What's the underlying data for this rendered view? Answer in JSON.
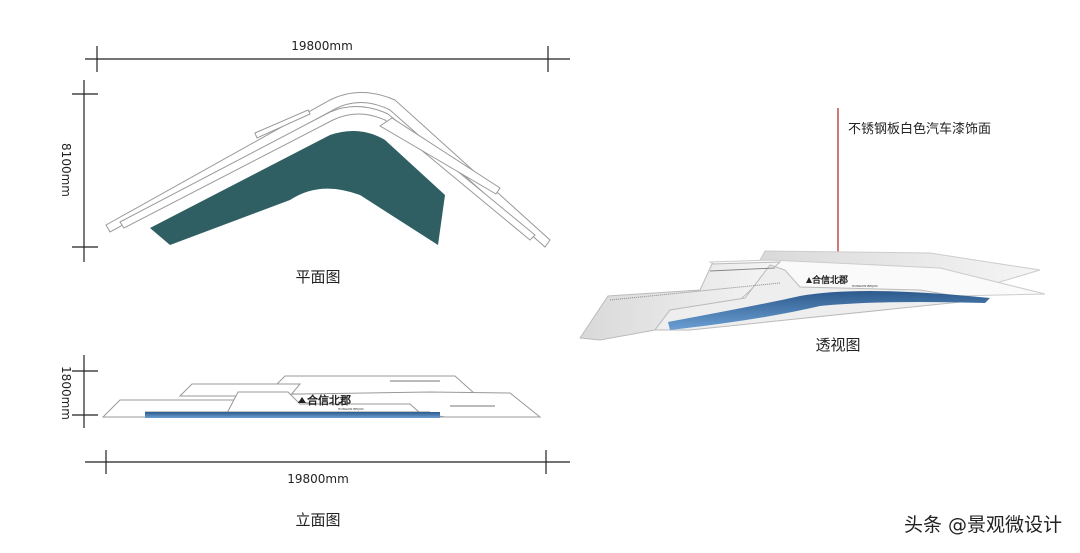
{
  "plan": {
    "width_dim": "19800mm",
    "depth_dim": "8100mm",
    "caption": "平面图"
  },
  "elevation": {
    "height_dim": "1800mm",
    "width_dim": "19800mm",
    "caption": "立面图",
    "sign_text": "合信北郡",
    "sign_subtext": "HONGXIN BEIJUN"
  },
  "perspective": {
    "annotation": "不锈钢板白色汽车漆饰面",
    "caption": "透视图",
    "sign_text": "合信北郡",
    "sign_subtext": "HONGXIN BEIJUN"
  },
  "watermark": "头条 @景观微设计",
  "colors": {
    "plan_fill": "#2f5f63",
    "water": "#4d7fb8",
    "leader": "#b32020"
  }
}
